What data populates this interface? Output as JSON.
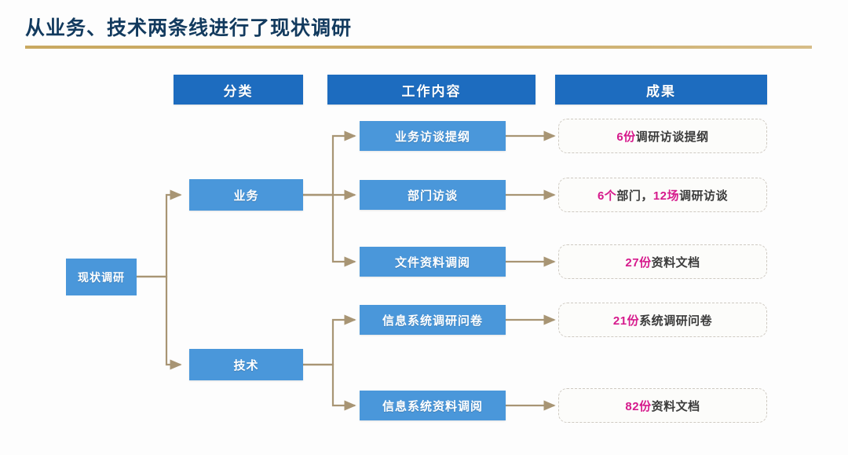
{
  "slide": {
    "title": "从业务、技术两条线进行了现状调研",
    "accent_gold": "#c9a961",
    "title_color": "#123a5e",
    "header_blue": "#1d6cbf",
    "node_blue": "#4a97da",
    "connector_color": "#a89574",
    "highlight_magenta": "#d61a8c",
    "result_text_color": "#3b3b3b"
  },
  "headers": [
    {
      "label": "分类"
    },
    {
      "label": "工作内容"
    },
    {
      "label": "成果"
    }
  ],
  "root": {
    "label": "现状调研"
  },
  "categories": [
    {
      "label": "业务"
    },
    {
      "label": "技术"
    }
  ],
  "work_items": [
    {
      "label": "业务访谈提纲"
    },
    {
      "label": "部门访谈"
    },
    {
      "label": "文件资料调阅"
    },
    {
      "label": "信息系统调研问卷"
    },
    {
      "label": "信息系统资料调阅"
    }
  ],
  "results": [
    {
      "parts": [
        {
          "t": "6份",
          "hl": true
        },
        {
          "t": "调研访谈提纲",
          "hl": false
        }
      ]
    },
    {
      "parts": [
        {
          "t": "6个",
          "hl": true
        },
        {
          "t": "部门，",
          "hl": false
        },
        {
          "t": "12场",
          "hl": true
        },
        {
          "t": "调研访谈",
          "hl": false
        }
      ]
    },
    {
      "parts": [
        {
          "t": "27份",
          "hl": true
        },
        {
          "t": "资料文档",
          "hl": false
        }
      ]
    },
    {
      "parts": [
        {
          "t": "21份",
          "hl": true
        },
        {
          "t": "系统调研问卷",
          "hl": false
        }
      ]
    },
    {
      "parts": [
        {
          "t": "82份",
          "hl": true
        },
        {
          "t": "资料文档",
          "hl": false
        }
      ]
    }
  ]
}
